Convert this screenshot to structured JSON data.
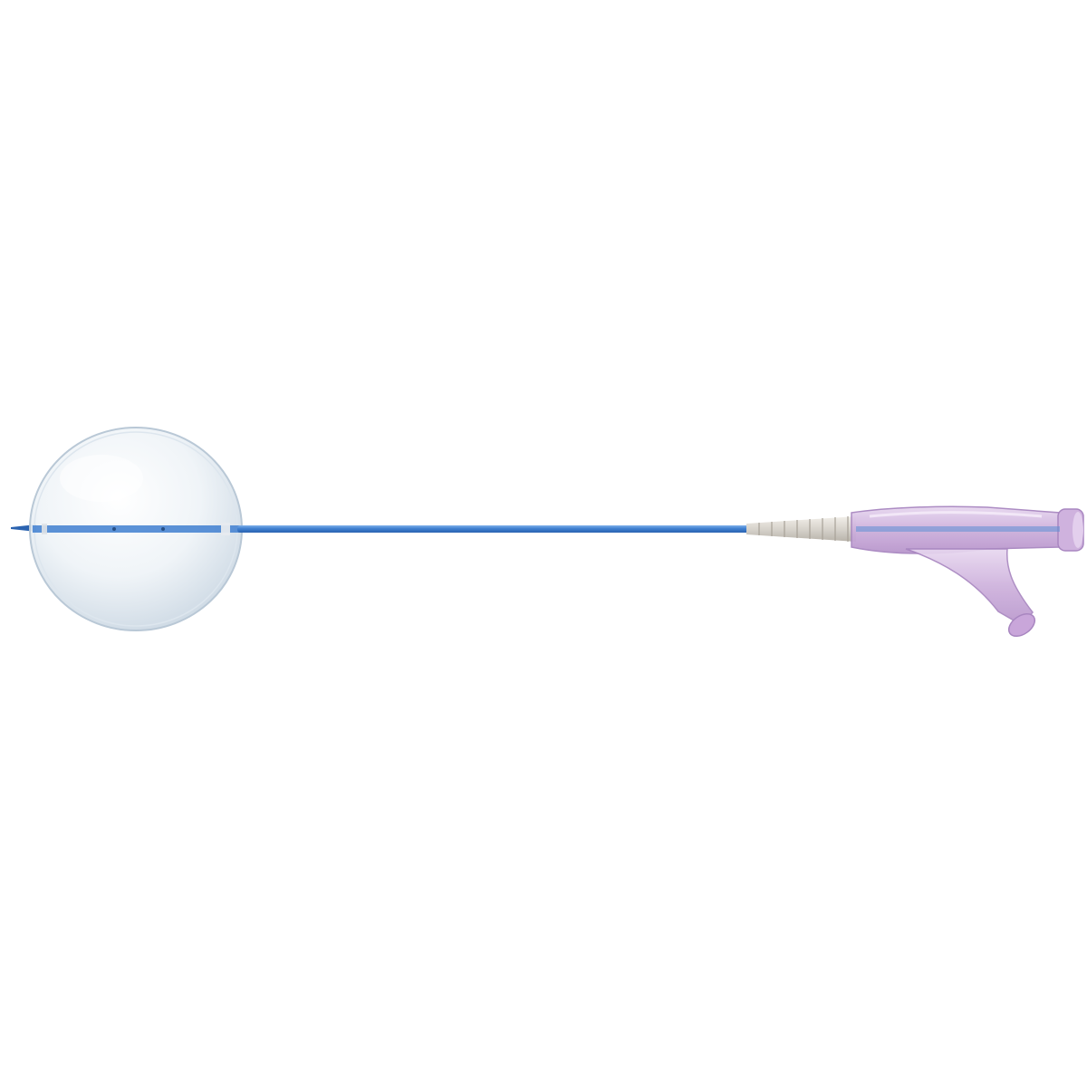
{
  "image": {
    "background_color": "#ffffff",
    "colors": {
      "catheter_shaft": "#3f7fd0",
      "catheter_shaft_dark": "#2b63b0",
      "catheter_shaft_highlight": "#7fb0ea",
      "balloon_tint": "#dfe8f0",
      "balloon_edge": "#b9c8d6",
      "strain_relief": "#d7d3cc",
      "hub": "#cdb0dc",
      "hub_edge": "#a886c0"
    },
    "components": [
      {
        "name": "balloon-catheter-tip"
      },
      {
        "name": "inflated-spherical-balloon"
      },
      {
        "name": "catheter-shaft"
      },
      {
        "name": "strain-relief-sleeve"
      },
      {
        "name": "y-connector-hub"
      }
    ]
  }
}
